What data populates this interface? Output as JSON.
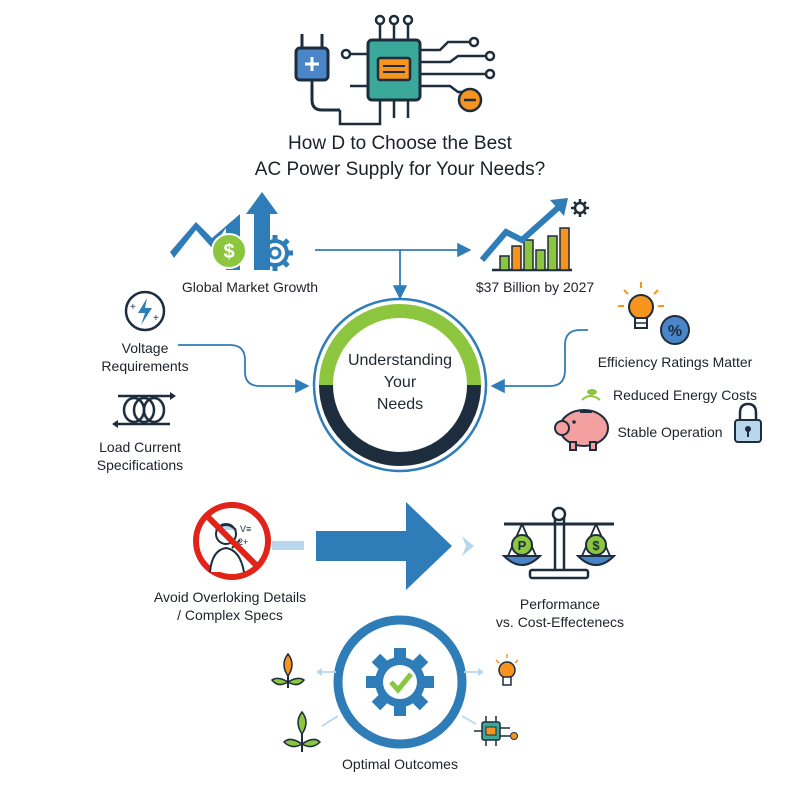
{
  "title": {
    "line1": "How D to Choose the Best",
    "line2": "AC Power Supply for Your Needs?"
  },
  "hub": {
    "line1": "Understanding",
    "line2": "Your",
    "line3": "Needs"
  },
  "nodes": {
    "market_growth": "Global Market Growth",
    "market_value": "$37 Billion by 2027",
    "voltage_line1": "Voltage",
    "voltage_line2": "Requirements",
    "load_line1": "Load Current",
    "load_line2": "Specifications",
    "efficiency": "Efficiency Ratings Matter",
    "energy_costs": "Reduced Energy Costs",
    "stable": "Stable Operation",
    "avoid_line1": "Avoid Overloking Details",
    "avoid_line2": "/ Complex Specs",
    "performance_line1": "Performance",
    "performance_line2": "vs. Cost-Effectenecs",
    "outcomes": "Optimal Outcomes"
  },
  "icons": {
    "top": "circuit-chip-icon",
    "market_growth": "growth-chart-dollar-icon",
    "market_value": "bar-chart-arrow-icon",
    "voltage": "voltage-bolt-icon",
    "load": "coil-icon",
    "efficiency": "lightbulb-percent-icon",
    "energy_costs": "piggy-bank-icon",
    "stable": "padlock-icon",
    "avoid": "no-confusion-icon",
    "performance": "balance-scale-icon",
    "outcomes": "gear-check-icon"
  },
  "colors": {
    "blue": "#2f7db8",
    "dark_navy": "#1e2d3d",
    "green": "#8cc63f",
    "orange": "#f7941d",
    "red": "#e2231a",
    "teal": "#3aa89a",
    "light_blue": "#b9d7ec"
  }
}
